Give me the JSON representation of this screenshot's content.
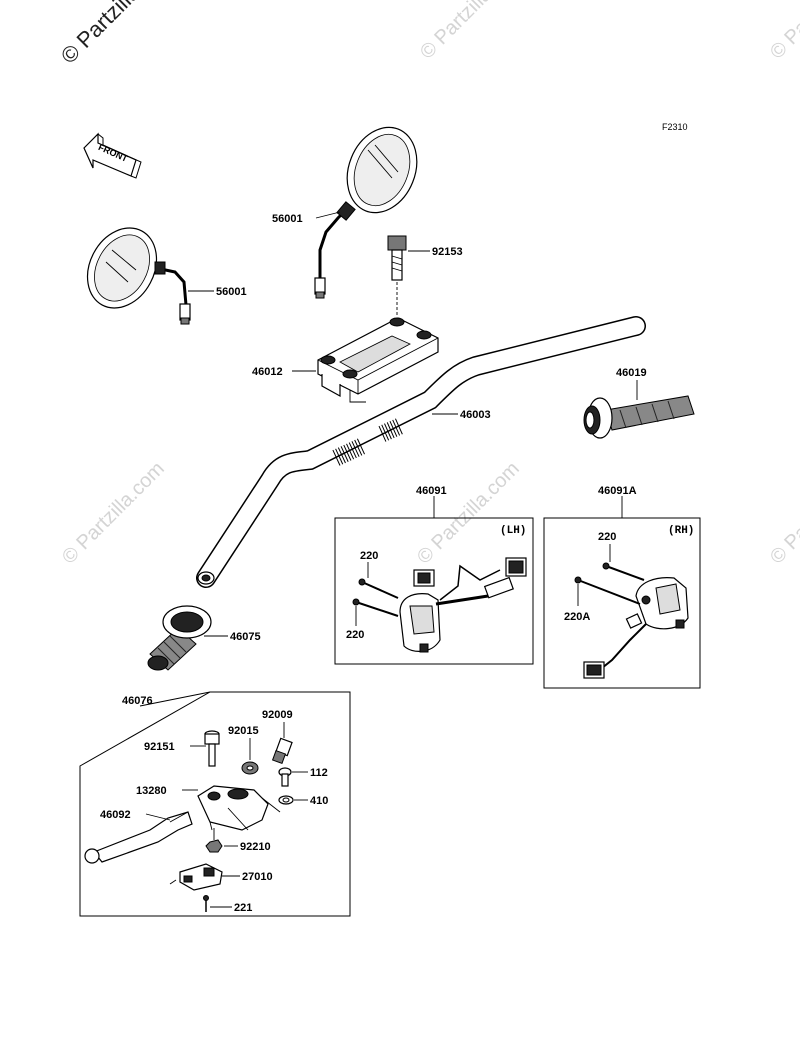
{
  "watermark": {
    "copyright": "© Partzilla.com",
    "faint": "© Partzilla.com"
  },
  "figure_code": "F2310",
  "front_arrow": "FRONT",
  "box_tags": {
    "lh": "(LH)",
    "rh": "(RH)"
  },
  "labels": {
    "mirror_right": "56001",
    "mirror_left": "56001",
    "bolt_holder": "92153",
    "handlebar_holder": "46012",
    "handlebar": "46003",
    "grip_throttle": "46019",
    "grip_left": "46075",
    "switch_lh": "46091",
    "switch_rh": "46091A",
    "screw_lh_top": "220",
    "screw_lh_bottom": "220",
    "screw_rh_top": "220",
    "screw_rh_a": "220A",
    "lever_assy": "46076",
    "bolt_92151": "92151",
    "collar_92015": "92015",
    "adjuster_92009": "92009",
    "bolt_112": "112",
    "holder_13280": "13280",
    "washer_410": "410",
    "lever_46092": "46092",
    "nut_92210": "92210",
    "switch_27010": "27010",
    "screw_221": "221"
  }
}
